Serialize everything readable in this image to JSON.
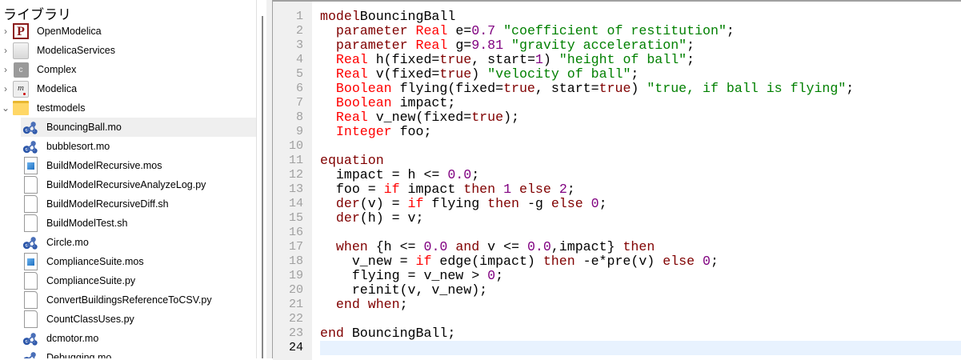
{
  "library": {
    "title": "ライブラリ",
    "items": [
      {
        "label": "OpenModelica",
        "icon": "openmodelica-p-icon",
        "level": 0,
        "expander": "collapsed"
      },
      {
        "label": "ModelicaServices",
        "icon": "package-icon",
        "level": 0,
        "expander": "collapsed"
      },
      {
        "label": "Complex",
        "icon": "class-c-icon",
        "level": 0,
        "expander": "collapsed"
      },
      {
        "label": "Modelica",
        "icon": "modelica-icon",
        "level": 0,
        "expander": "collapsed"
      },
      {
        "label": "testmodels",
        "icon": "folder-icon",
        "level": 0,
        "expander": "expanded"
      },
      {
        "label": "BouncingBall.mo",
        "icon": "gears-icon",
        "level": 1,
        "selected": true
      },
      {
        "label": "bubblesort.mo",
        "icon": "gears-icon",
        "level": 1
      },
      {
        "label": "BuildModelRecursive.mos",
        "icon": "script-file-icon",
        "level": 1
      },
      {
        "label": "BuildModelRecursiveAnalyzeLog.py",
        "icon": "file-icon",
        "level": 1
      },
      {
        "label": "BuildModelRecursiveDiff.sh",
        "icon": "file-icon",
        "level": 1
      },
      {
        "label": "BuildModelTest.sh",
        "icon": "file-icon",
        "level": 1
      },
      {
        "label": "Circle.mo",
        "icon": "gears-icon",
        "level": 1
      },
      {
        "label": "ComplianceSuite.mos",
        "icon": "script-file-icon",
        "level": 1
      },
      {
        "label": "ComplianceSuite.py",
        "icon": "file-icon",
        "level": 1
      },
      {
        "label": "ConvertBuildingsReferenceToCSV.py",
        "icon": "file-icon",
        "level": 1
      },
      {
        "label": "CountClassUses.py",
        "icon": "file-icon",
        "level": 1
      },
      {
        "label": "dcmotor.mo",
        "icon": "gears-icon",
        "level": 1
      },
      {
        "label": "Debugging.mo",
        "icon": "gears-icon",
        "level": 1
      }
    ]
  },
  "editor": {
    "current_line": 24,
    "colors": {
      "keyword": "#800000",
      "type": "#ff0000",
      "number": "#800080",
      "string": "#008000"
    },
    "lines": [
      [
        [
          "kw",
          "model"
        ],
        [
          "",
          "BouncingBall"
        ]
      ],
      [
        [
          "",
          "  "
        ],
        [
          "kw",
          "parameter "
        ],
        [
          "ty",
          "Real"
        ],
        [
          "",
          " e="
        ],
        [
          "nu",
          "0.7"
        ],
        [
          "",
          " "
        ],
        [
          "st",
          "\"coefficient of restitution\""
        ],
        [
          "",
          ";"
        ]
      ],
      [
        [
          "",
          "  "
        ],
        [
          "kw",
          "parameter "
        ],
        [
          "ty",
          "Real"
        ],
        [
          "",
          " g="
        ],
        [
          "nu",
          "9.81"
        ],
        [
          "",
          " "
        ],
        [
          "st",
          "\"gravity acceleration\""
        ],
        [
          "",
          ";"
        ]
      ],
      [
        [
          "",
          "  "
        ],
        [
          "ty",
          "Real"
        ],
        [
          "",
          " h(fixed="
        ],
        [
          "kw",
          "true"
        ],
        [
          "",
          ", start="
        ],
        [
          "nu",
          "1"
        ],
        [
          "",
          ") "
        ],
        [
          "st",
          "\"height of ball\""
        ],
        [
          "",
          ";"
        ]
      ],
      [
        [
          "",
          "  "
        ],
        [
          "ty",
          "Real"
        ],
        [
          "",
          " v(fixed="
        ],
        [
          "kw",
          "true"
        ],
        [
          "",
          ") "
        ],
        [
          "st",
          "\"velocity of ball\""
        ],
        [
          "",
          ";"
        ]
      ],
      [
        [
          "",
          "  "
        ],
        [
          "ty",
          "Boolean"
        ],
        [
          "",
          " flying(fixed="
        ],
        [
          "kw",
          "true"
        ],
        [
          "",
          ", start="
        ],
        [
          "kw",
          "true"
        ],
        [
          "",
          ") "
        ],
        [
          "st",
          "\"true, if ball is flying\""
        ],
        [
          "",
          ";"
        ]
      ],
      [
        [
          "",
          "  "
        ],
        [
          "ty",
          "Boolean"
        ],
        [
          "",
          " impact;"
        ]
      ],
      [
        [
          "",
          "  "
        ],
        [
          "ty",
          "Real"
        ],
        [
          "",
          " v_new(fixed="
        ],
        [
          "kw",
          "true"
        ],
        [
          "",
          ");"
        ]
      ],
      [
        [
          "",
          "  "
        ],
        [
          "ty",
          "Integer"
        ],
        [
          "",
          " foo;"
        ]
      ],
      [],
      [
        [
          "kw",
          "equation"
        ]
      ],
      [
        [
          "",
          "  impact = h <= "
        ],
        [
          "nu",
          "0.0"
        ],
        [
          "",
          ";"
        ]
      ],
      [
        [
          "",
          "  foo = "
        ],
        [
          "fn",
          "if"
        ],
        [
          "",
          " impact "
        ],
        [
          "kw",
          "then"
        ],
        [
          "",
          " "
        ],
        [
          "nu",
          "1"
        ],
        [
          "",
          " "
        ],
        [
          "kw",
          "else"
        ],
        [
          "",
          " "
        ],
        [
          "nu",
          "2"
        ],
        [
          "",
          ";"
        ]
      ],
      [
        [
          "",
          "  "
        ],
        [
          "kw",
          "der"
        ],
        [
          "",
          "(v) = "
        ],
        [
          "fn",
          "if"
        ],
        [
          "",
          " flying "
        ],
        [
          "kw",
          "then"
        ],
        [
          "",
          " -g "
        ],
        [
          "kw",
          "else"
        ],
        [
          "",
          " "
        ],
        [
          "nu",
          "0"
        ],
        [
          "",
          ";"
        ]
      ],
      [
        [
          "",
          "  "
        ],
        [
          "kw",
          "der"
        ],
        [
          "",
          "(h) = v;"
        ]
      ],
      [],
      [
        [
          "",
          "  "
        ],
        [
          "kw",
          "when"
        ],
        [
          "",
          " {h <= "
        ],
        [
          "nu",
          "0.0"
        ],
        [
          "",
          " "
        ],
        [
          "kw",
          "and"
        ],
        [
          "",
          " v <= "
        ],
        [
          "nu",
          "0.0"
        ],
        [
          "",
          ",impact} "
        ],
        [
          "kw",
          "then"
        ]
      ],
      [
        [
          "",
          "    v_new = "
        ],
        [
          "fn",
          "if"
        ],
        [
          "",
          " edge(impact) "
        ],
        [
          "kw",
          "then"
        ],
        [
          "",
          " -e*pre(v) "
        ],
        [
          "kw",
          "else"
        ],
        [
          "",
          " "
        ],
        [
          "nu",
          "0"
        ],
        [
          "",
          ";"
        ]
      ],
      [
        [
          "",
          "    flying = v_new > "
        ],
        [
          "nu",
          "0"
        ],
        [
          "",
          ";"
        ]
      ],
      [
        [
          "",
          "    reinit(v, v_new);"
        ]
      ],
      [
        [
          "",
          "  "
        ],
        [
          "kw",
          "end when"
        ],
        [
          "",
          ";"
        ]
      ],
      [],
      [
        [
          "kw",
          "end"
        ],
        [
          "",
          " BouncingBall;"
        ]
      ],
      []
    ]
  }
}
